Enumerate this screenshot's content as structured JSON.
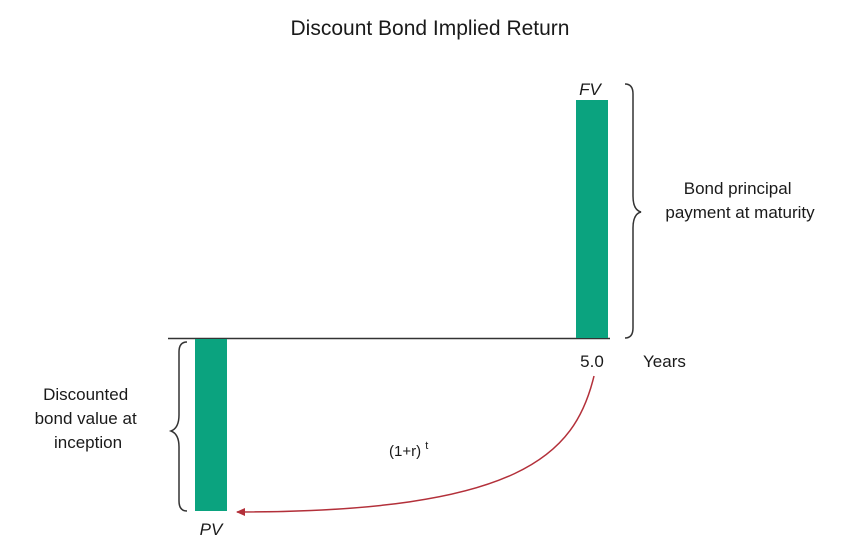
{
  "title": "Discount Bond Implied Return",
  "colors": {
    "bar": "#0ba37f",
    "axis": "#333333",
    "brace": "#333333",
    "arrow": "#b3303a"
  },
  "bars": {
    "fv": {
      "label": "FV"
    },
    "pv": {
      "label": "PV"
    }
  },
  "axis": {
    "tick_label": "5.0",
    "unit_label": "Years"
  },
  "annotations": {
    "fv_brace": [
      "Bond principal",
      "payment at maturity"
    ],
    "pv_brace": [
      "Discounted",
      "bond value at",
      "inception"
    ]
  },
  "formula": {
    "base": "(1+r)",
    "exponent": "t"
  },
  "icons": {
    "arrow": "curved-arrow-icon"
  }
}
